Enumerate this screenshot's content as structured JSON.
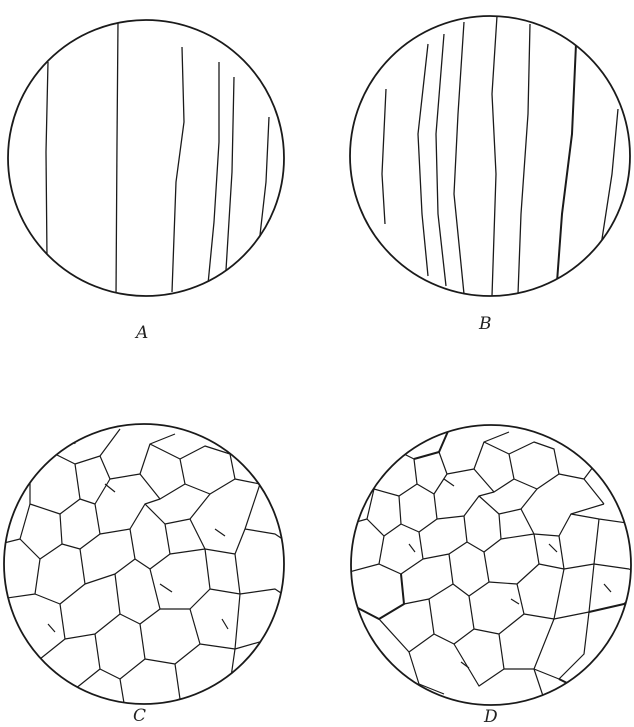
{
  "figure": {
    "panels": [
      {
        "id": "A",
        "label": "A",
        "pattern": "parallel-lines"
      },
      {
        "id": "B",
        "label": "B",
        "pattern": "parallel-lines"
      },
      {
        "id": "C",
        "label": "C",
        "pattern": "polygonal-network"
      },
      {
        "id": "D",
        "label": "D",
        "pattern": "polygonal-network"
      }
    ]
  },
  "colors": {
    "stroke": "#1a1a1a",
    "background": "#ffffff"
  }
}
